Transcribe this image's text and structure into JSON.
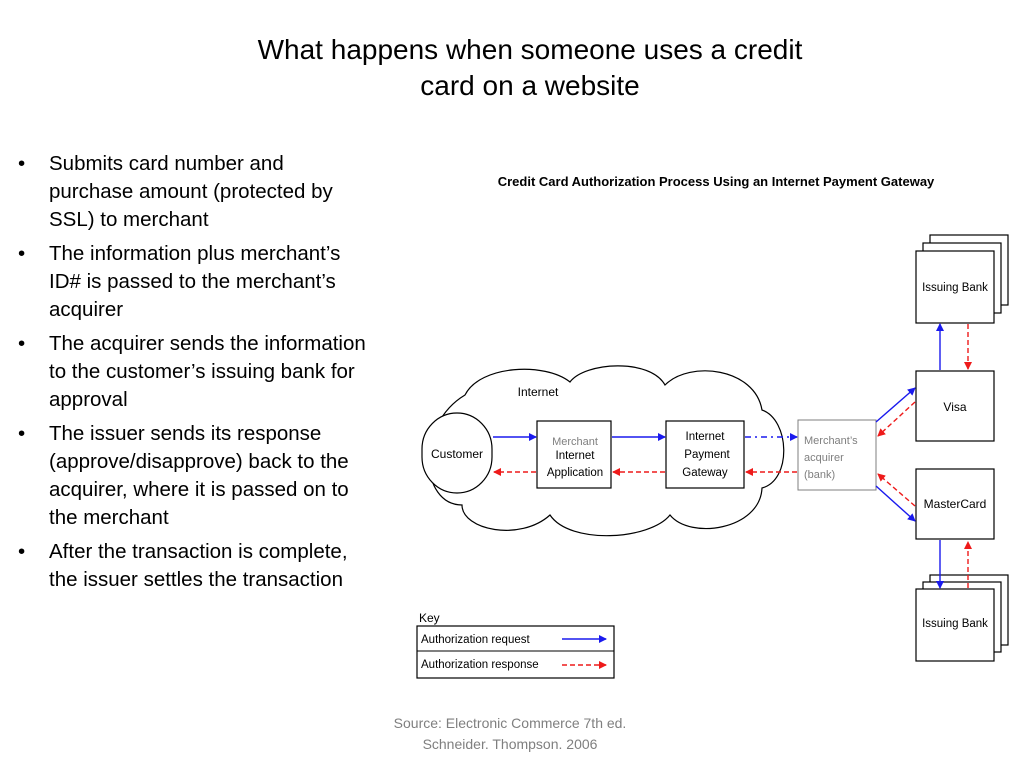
{
  "slide_title": "What happens when someone uses a credit\ncard on a website",
  "bullets": [
    "Submits card number and\npurchase amount (protected by\nSSL) to merchant",
    "The information plus merchant’s\nID# is passed to the merchant’s\nacquirer",
    "The acquirer sends the information\nto the customer’s issuing bank for\napproval",
    "The issuer sends its response\n(approve/disapprove) back to the\nacquirer, where it is passed on to\nthe merchant",
    "After the transaction is complete,\nthe issuer settles the transaction"
  ],
  "diagram": {
    "title": "Credit Card Authorization Process Using an Internet Payment Gateway",
    "internet_label": "Internet",
    "customer_label": "Customer",
    "merchant_app_overlay": "Merchant",
    "merchant_app_label": [
      "Internet",
      "Application"
    ],
    "gateway_label": [
      "Internet",
      "Payment",
      "Gateway"
    ],
    "acquirer_label": [
      "Merchant’s",
      "acquirer",
      "(bank)"
    ],
    "visa_label": "Visa",
    "mastercard_label": "MasterCard",
    "issuing_bank_top_label": "Issuing Bank",
    "issuing_bank_bottom_label": "Issuing Bank",
    "key_title": "Key",
    "key_request_label": "Authorization request",
    "key_response_label": "Authorization response",
    "colors": {
      "request": "#1a1aee",
      "response": "#ee1a1a",
      "overlay_text": "#7f7f7f"
    }
  },
  "source": "Source: Electronic Commerce 7th ed.\nSchneider. Thompson. 2006"
}
